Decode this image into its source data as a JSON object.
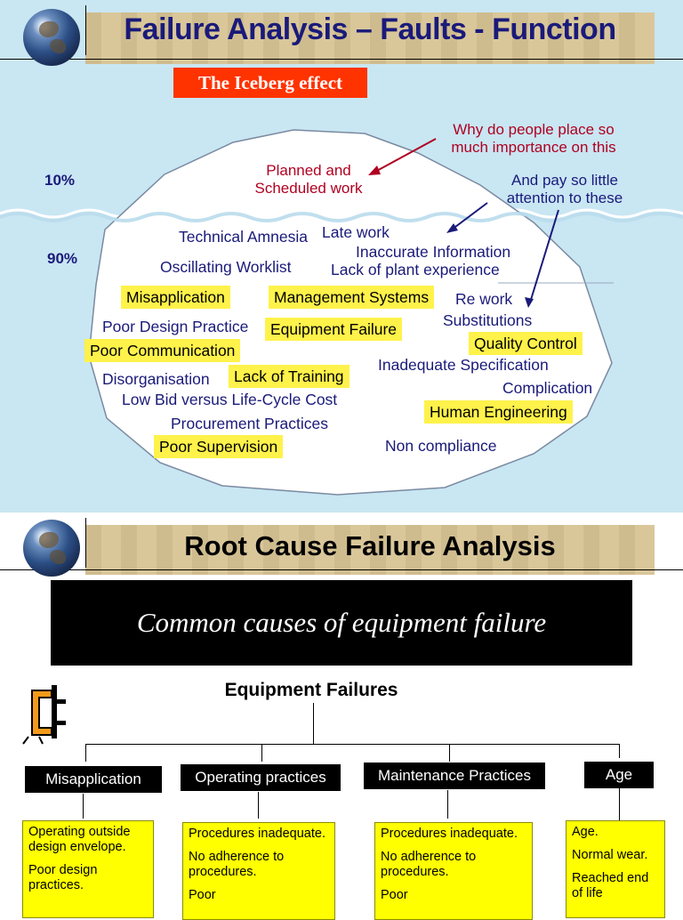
{
  "slide1": {
    "title": "Failure Analysis – Faults - Function",
    "badge": "The Iceberg effect",
    "percent_top": "10%",
    "percent_bottom": "90%",
    "planned_line1": "Planned  and",
    "planned_line2": "Scheduled work",
    "why_line1": "Why do people place so",
    "why_line2": "much importance on this",
    "pay_line1": "And pay so little",
    "pay_line2": "attention to these",
    "items": {
      "technical_amnesia": "Technical Amnesia",
      "late_work": "Late  work",
      "inaccurate_information": "Inaccurate Information",
      "oscillating_worklist": "Oscillating Worklist",
      "lack_plant_experience": "Lack of plant experience",
      "misapplication": "Misapplication",
      "management_systems": "Management Systems",
      "re_work": "Re work",
      "poor_design_practice": "Poor Design Practice",
      "equipment_failure": "Equipment Failure",
      "substitutions": "Substitutions",
      "poor_communication": "Poor Communication",
      "quality_control": "Quality Control",
      "disorganisation": "Disorganisation",
      "lack_of_training": "Lack of Training",
      "inadequate_specification": "Inadequate Specification",
      "low_bid": "Low Bid versus Life-Cycle Cost",
      "complication": "Complication",
      "procurement_practices": "Procurement Practices",
      "human_engineering": "Human Engineering",
      "poor_supervision": "Poor Supervision",
      "non_compliance": "Non compliance"
    }
  },
  "slide2": {
    "title": "Root Cause Failure Analysis",
    "banner": "Common causes of equipment failure",
    "tree_title": "Equipment Failures",
    "categories": [
      "Misapplication",
      "Operating practices",
      "Maintenance Practices",
      "Age"
    ],
    "boxes": [
      [
        "Operating outside design envelope.",
        "Poor design practices."
      ],
      [
        "Procedures inadequate.",
        "No adherence to procedures.",
        "Poor"
      ],
      [
        "Procedures inadequate.",
        "No adherence to procedures.",
        "Poor"
      ],
      [
        "Age.",
        "Normal wear.",
        "Reached end of life"
      ]
    ]
  },
  "colors": {
    "sea": "#c9e6f3",
    "title_bar": "#d9c79a",
    "badge": "#ff3300",
    "highlight": "#fff24a",
    "box_yellow": "#ffff00",
    "text_navy": "#1a1a7a",
    "text_red": "#b00020"
  }
}
